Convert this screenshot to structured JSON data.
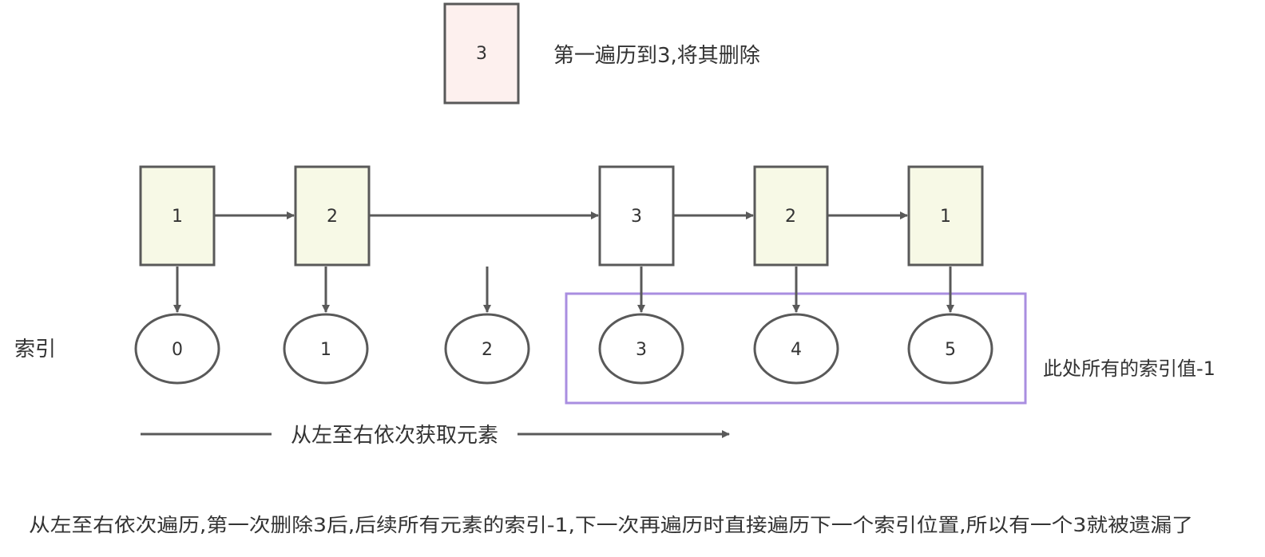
{
  "removed_box": {
    "value": "3",
    "caption": "第一遍历到3,将其删除"
  },
  "elements": [
    "1",
    "2",
    "3",
    "2",
    "1"
  ],
  "index_label": "索引",
  "indices": [
    "0",
    "1",
    "2",
    "3",
    "4",
    "5"
  ],
  "highlight_note": "此处所有的索引值-1",
  "direction_label": "从左至右依次获取元素",
  "footer_text": "从左至右依次遍历,第一次删除3后,后续所有元素的索引-1,下一次再遍历时直接遍历下一个索引位置,所以有一个3就被遗漏了",
  "colors": {
    "removed_fill": "#fdf0ee",
    "element_fill": "#f7f9e6",
    "plain_fill": "#ffffff",
    "stroke": "#595959",
    "highlight": "#a98ee0"
  }
}
